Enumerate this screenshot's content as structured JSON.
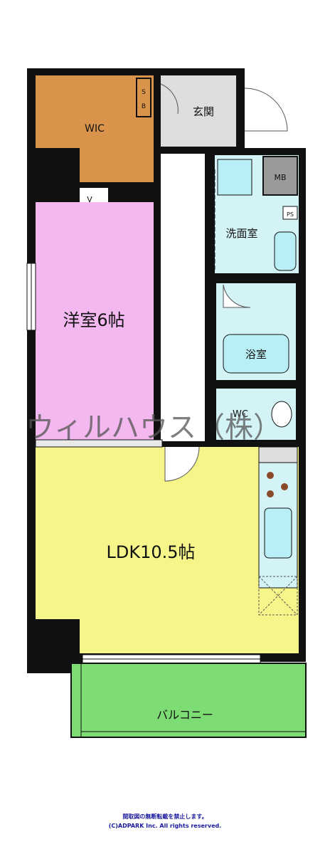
{
  "rooms": {
    "wic": "WIC",
    "sb": "SB",
    "genkan": "玄関",
    "mb": "MB",
    "ps": "PS",
    "senmenjo": "洗面室",
    "yoshitsu": "洋室6帖",
    "yokushitsu": "浴室",
    "wc": "WC",
    "ldk": "LDK10.5帖",
    "balcony": "バルコニー",
    "closet_mark": "V"
  },
  "watermark": "ウィルハウス（株）",
  "footer": {
    "line1": "間取図の無断転載を禁止します。",
    "line2": "(C)ADPARK Inc. All rights reserved."
  },
  "colors": {
    "wic": "#d9934a",
    "yoshitsu": "#f3b8ef",
    "ldk": "#f5f58a",
    "balcony": "#7ddc74",
    "genkan": "#dedede",
    "water": "#d4f3f7",
    "fixture": "#b8eef5",
    "mb": "#9a9a9a",
    "wall": "#111111"
  }
}
